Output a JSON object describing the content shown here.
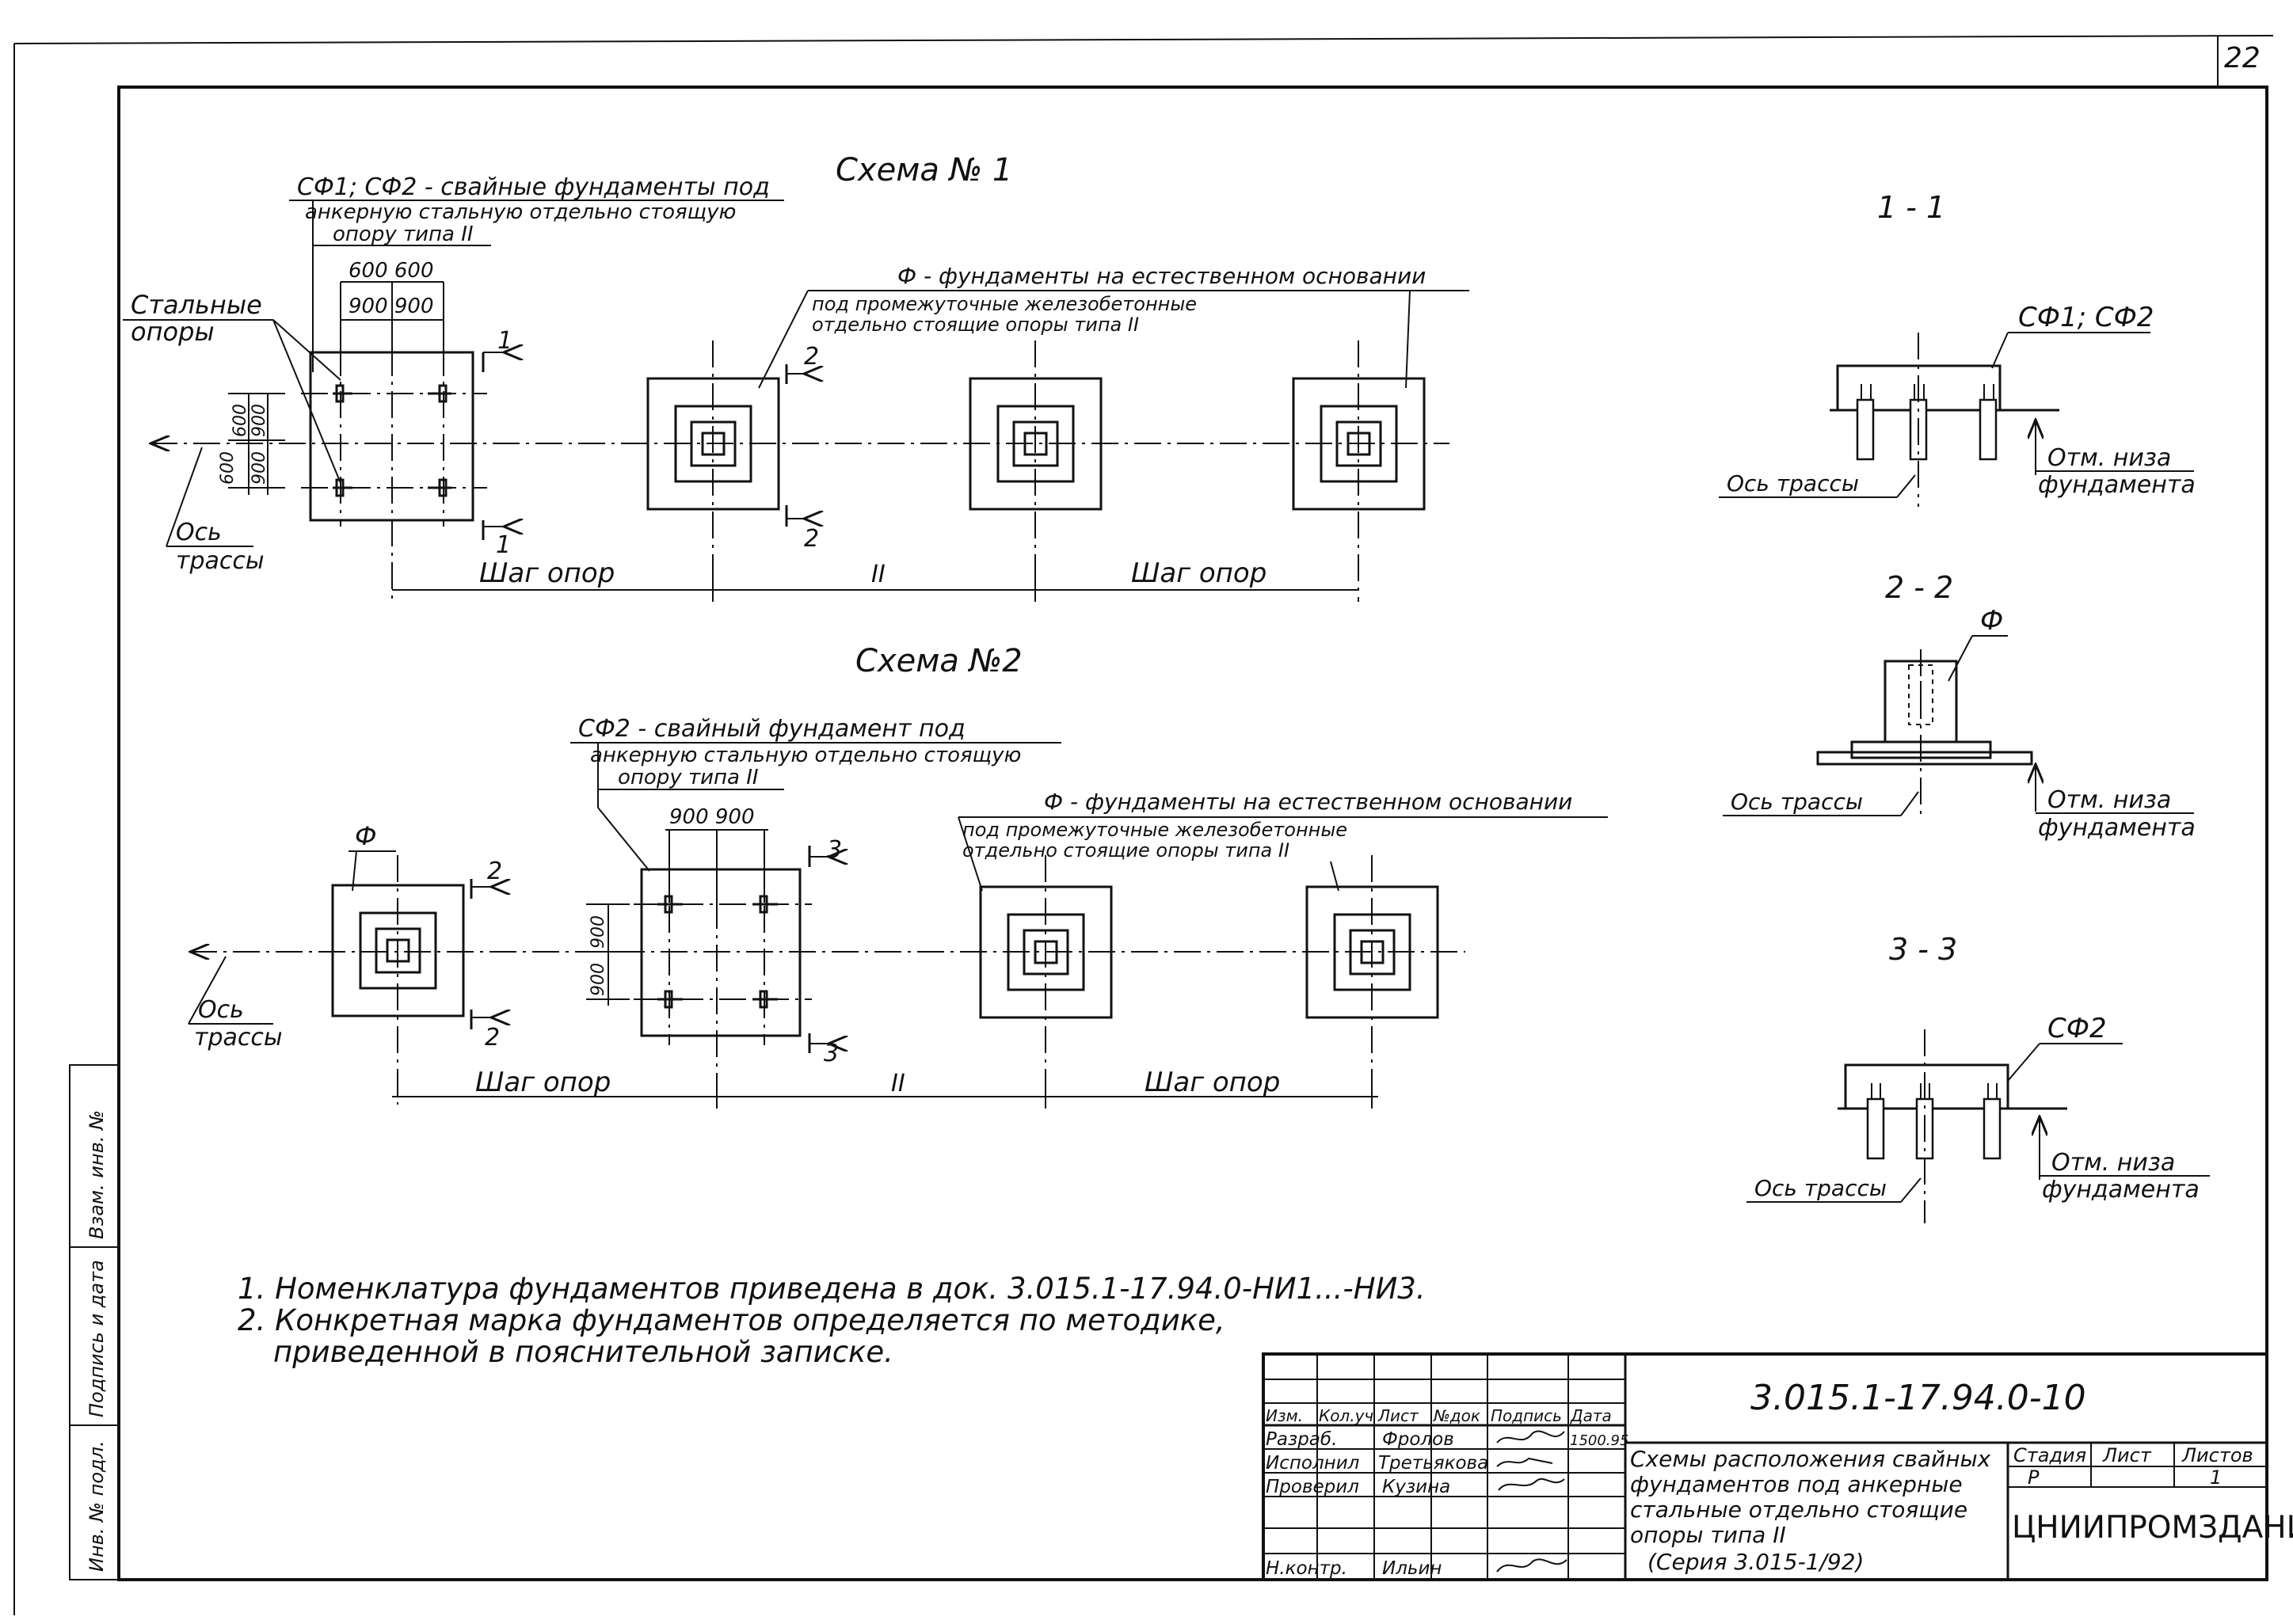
{
  "sheet_number": "22",
  "scheme1": {
    "title": "Схема № 1",
    "note_sf_line1": "СФ1; СФ2 - свайные фундаменты под",
    "note_sf_line2": "анкерную стальную отдельно стоящую",
    "note_sf_line3": "опору типа II",
    "dim_600_600": "600 600",
    "dim_900_900": "900 900",
    "steel_supports_line1": "Стальные",
    "steel_supports_line2": "опоры",
    "note_f_line1": "Ф  - фундаменты на естественном основании",
    "note_f_line2": "под промежуточные железобетонные",
    "note_f_line3": "отдельно стоящие опоры типа II",
    "vert_dim_600a": "600",
    "vert_dim_900a": "900",
    "vert_dim_600b": "600",
    "vert_dim_900b": "900",
    "axis_label_line1": "Ось",
    "axis_label_line2": "трассы",
    "step_left": "Шаг опор",
    "step_mid": "II",
    "step_right": "Шаг опор",
    "cut1": "1",
    "cut2": "2"
  },
  "scheme2": {
    "title": "Схема №2",
    "note_sf_line1": "СФ2 - свайный фундамент под",
    "note_sf_line2": "анкерную стальную отдельно стоящую",
    "note_sf_line3": "опору типа II",
    "dim_900_900": "900 900",
    "note_f_line1": "Ф  - фундаменты на естественном основании",
    "note_f_line2": "под промежуточные железобетонные",
    "note_f_line3": "отдельно стоящие опоры типа II",
    "f_label": "Ф",
    "vert_dim_900a": "900",
    "vert_dim_900b": "900",
    "axis_label_line1": "Ось",
    "axis_label_line2": "трассы",
    "step_left": "Шаг опор",
    "step_mid": "II",
    "step_right": "Шаг опор",
    "cut2": "2",
    "cut3": "3"
  },
  "section1": {
    "title": "1 - 1",
    "label": "СФ1; СФ2",
    "level_line1": "Отм. низа",
    "level_line2": "фундамента",
    "axis": "Ось трассы"
  },
  "section2": {
    "title": "2 - 2",
    "label": "Ф",
    "level_line1": "Отм. низа",
    "level_line2": "фундамента",
    "axis": "Ось трассы"
  },
  "section3": {
    "title": "3 - 3",
    "label": "СФ2",
    "level_line1": "Отм. низа",
    "level_line2": "фундамента",
    "axis": "Ось трассы"
  },
  "notes": {
    "n1": "1. Номенклатура фундаментов приведена в док. 3.015.1-17.94.0-НИ1...-НИ3.",
    "n2_line1": "2. Конкретная марка фундаментов определяется по методике,",
    "n2_line2": "приведенной в пояснительной записке."
  },
  "side_stamp": {
    "c1": "Инв. № подл.",
    "c2": "Подпись и дата",
    "c3": "Взам. инв. №"
  },
  "title_block": {
    "doc_code": "3.015.1-17.94.0-10",
    "hdr_izm": "Изм.",
    "hdr_kol": "Кол.уч",
    "hdr_list": "Лист",
    "hdr_ndok": "№док",
    "hdr_podp": "Подпись",
    "hdr_data": "Дата",
    "r1_role": "Разраб.",
    "r1_name": "Фролов",
    "r1_date": "1500.95",
    "r2_role": "Исполнил",
    "r2_name": "Третьякова",
    "r3_role": "Проверил",
    "r3_name": "Кузина",
    "r4_role": "Н.контр.",
    "r4_name": "Ильин",
    "desc_line1": "Схемы расположения свайных",
    "desc_line2": "фундаментов под анкерные",
    "desc_line3": "стальные отдельно стоящие",
    "desc_line4": "опоры типа II",
    "desc_line5": "(Серия 3.015-1/92)",
    "stage_hdr": "Стадия",
    "sheet_hdr": "Лист",
    "sheets_hdr": "Листов",
    "stage_val": "Р",
    "sheets_val": "1",
    "org": "ЦНИИПРОМЗДАНИЙ"
  }
}
